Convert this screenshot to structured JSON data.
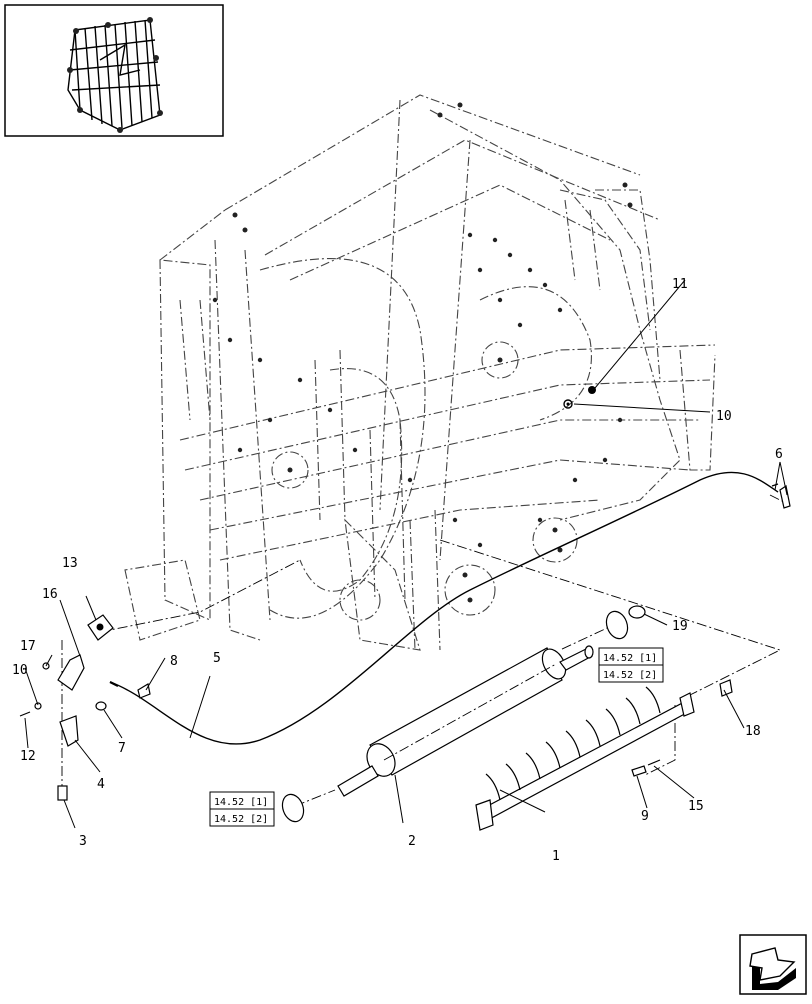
{
  "callouts": [
    {
      "id": "c1",
      "label": "1"
    },
    {
      "id": "c2",
      "label": "2"
    },
    {
      "id": "c3",
      "label": "3"
    },
    {
      "id": "c4",
      "label": "4"
    },
    {
      "id": "c5",
      "label": "5"
    },
    {
      "id": "c6",
      "label": "6"
    },
    {
      "id": "c7",
      "label": "7"
    },
    {
      "id": "c8",
      "label": "8"
    },
    {
      "id": "c9",
      "label": "9"
    },
    {
      "id": "c10a",
      "label": "10"
    },
    {
      "id": "c10b",
      "label": "10"
    },
    {
      "id": "c11",
      "label": "11"
    },
    {
      "id": "c12",
      "label": "12"
    },
    {
      "id": "c13",
      "label": "13"
    },
    {
      "id": "c15",
      "label": "15"
    },
    {
      "id": "c16",
      "label": "16"
    },
    {
      "id": "c17",
      "label": "17"
    },
    {
      "id": "c18",
      "label": "18"
    },
    {
      "id": "c19",
      "label": "19"
    }
  ],
  "ref_boxes": {
    "right": [
      "14.52 [1]",
      "14.52 [2]"
    ],
    "left": [
      "14.52 [1]",
      "14.52 [2]"
    ]
  },
  "icons": {
    "thumbnail": "baler-overview-thumbnail",
    "nav": "next-page-arrow-icon"
  }
}
